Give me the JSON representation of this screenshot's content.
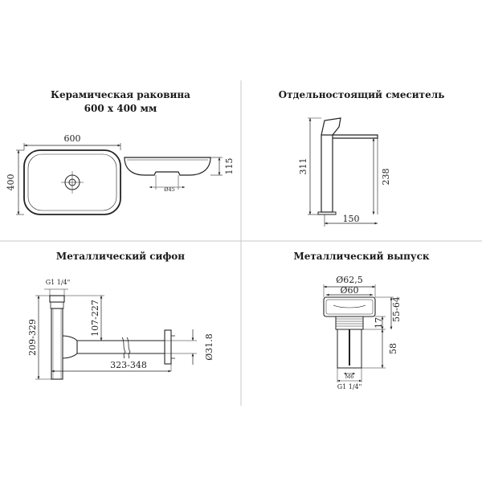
{
  "panels": {
    "sink": {
      "title": "Керамическая раковина",
      "subtitle": "600 х 400 мм",
      "dims": {
        "width": "600",
        "depth": "400",
        "height": "115",
        "drain": "Ø45"
      }
    },
    "faucet": {
      "title": "Отдельностоящий смеситель",
      "dims": {
        "total_height": "311",
        "body_height": "238",
        "spout": "150"
      }
    },
    "siphon": {
      "title": "Металлический сифон",
      "dims": {
        "thread": "G1 1/4\"",
        "height": "209-329",
        "vertical": "107-227",
        "length": "323-348",
        "diameter": "Ø31.8"
      }
    },
    "outlet": {
      "title": "Металлический выпуск",
      "dims": {
        "outer": "Ø62,5",
        "inner": "Ø60",
        "range": "55-64",
        "gap": "17",
        "length": "58",
        "bolt": "M6",
        "thread": "G1 1/4\""
      }
    }
  },
  "colors": {
    "line": "#222222",
    "divider": "#c8c8c8",
    "background": "#ffffff"
  }
}
